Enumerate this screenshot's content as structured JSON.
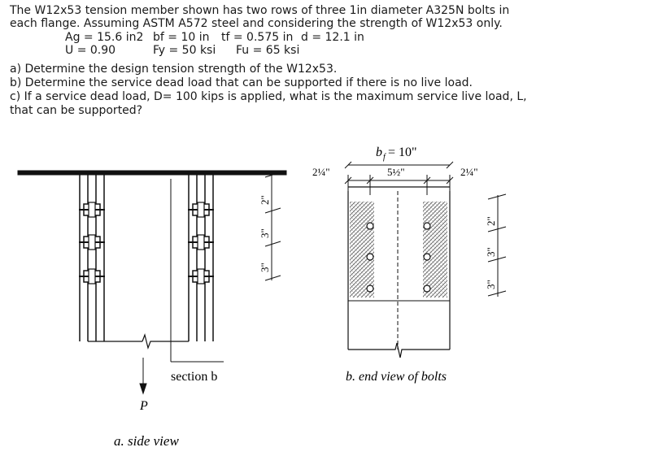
{
  "problem": {
    "line1": "The W12x53 tension member shown has two rows of three 1in diameter A325N bolts in",
    "line2": "each flange. Assuming ASTM A572 steel and considering the strength of W12x53 only.",
    "props1": [
      "Ag = 15.6 in2",
      "bf = 10 in",
      "tf = 0.575 in",
      "d = 12.1 in"
    ],
    "props2": [
      "U = 0.90",
      "Fy = 50 ksi",
      "Fu = 65 ksi"
    ],
    "qa": "a) Determine the design tension strength of the W12x53.",
    "qb": "b) Determine the service dead load that can be supported if there is no live load.",
    "qc1": "c) If a service dead load, D= 100 kips is applied, what is the maximum service live load, L,",
    "qc2": "that can be supported?"
  },
  "side_view": {
    "caption": "a. side view",
    "section_label": "section b",
    "load_label": "P",
    "dims": [
      "2\"",
      "3\"",
      "3\""
    ]
  },
  "end_view": {
    "caption": "b. end view of bolts",
    "bf_label": "b",
    "bf_sub": "f",
    "bf_value": "= 10\"",
    "left_edge": "2¼\"",
    "gauge": "5½\"",
    "right_edge": "2¼\"",
    "dims": [
      "2\"",
      "3\"",
      "3\""
    ]
  }
}
